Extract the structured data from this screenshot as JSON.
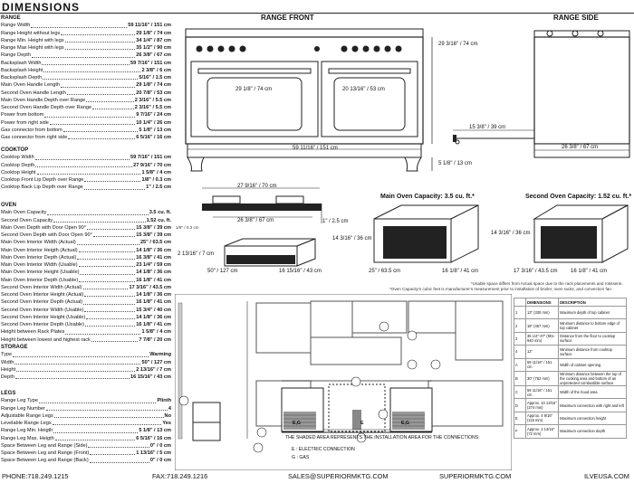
{
  "title": "DIMENSIONS",
  "sections": [
    {
      "key": "range",
      "heading": "RANGE",
      "rows": [
        [
          "Range Width",
          "59 11/16\" / 151 cm"
        ],
        [
          "Range Height without legs",
          "29 1/8\" / 74 cm"
        ],
        [
          "Range Min. Height with legs",
          "34 1/4\" / 87 cm"
        ],
        [
          "Range Max Height with legs",
          "35 1/2\" / 90 cm"
        ],
        [
          "Range Depth",
          "26 3/8\" / 67 cm"
        ],
        [
          "Backsplash Width",
          "59 7/16\" / 151 cm"
        ],
        [
          "Backsplash Height",
          "2 3/8\" / 6 cm"
        ],
        [
          "Backsplash Depth",
          "5/16\" / 1.5 cm"
        ],
        [
          "Main Oven Handle Length",
          "29 1/8\" / 74 cm"
        ],
        [
          "Second Oven Handle Length",
          "20 7/8\" / 53 cm"
        ],
        [
          "Main Oven Handle Depth over Range",
          "2 3/16\" / 5.5 cm"
        ],
        [
          "Second Oven Handle Depth over Range",
          "2 3/16\" / 5.5 cm"
        ],
        [
          "Power from bottom",
          "9 7/16\" / 24 cm"
        ],
        [
          "Power from right side",
          "10 1/4\" / 26 cm"
        ],
        [
          "Gas connector from bottom",
          "5 1/8\" / 13 cm"
        ],
        [
          "Gas connector from right side",
          "6 5/16\" / 16 cm"
        ]
      ]
    },
    {
      "key": "cooktop",
      "heading": "COOKTOP",
      "rows": [
        [
          "Cooktop Width",
          "59 7/16\" / 151 cm"
        ],
        [
          "Cooktop Depth",
          "27 9/16\" / 70 cm"
        ],
        [
          "Cooktop Height",
          "1 5/8\" / 4 cm"
        ],
        [
          "Cooktop Front Lip Depth over Range",
          "1/8\" / 0.3 cm"
        ],
        [
          "Cooktop Back Lip Depth over Range",
          "1\" / 2.5 cm"
        ]
      ]
    },
    {
      "key": "oven",
      "heading": "OVEN",
      "rows": [
        [
          "Main Oven Capacity",
          "3.5 cu. ft."
        ],
        [
          "Second Oven Capacity",
          "1.52 cu. ft."
        ],
        [
          "Main Oven Depth with Door Open 90°",
          "15 3/8\" / 39 cm"
        ],
        [
          "Second Oven Depth with Door Open 90°",
          "15 3/8\" / 39 cm"
        ],
        [
          "Main Oven Interior Width (Actual)",
          "25\" / 63.5 cm"
        ],
        [
          "Main Oven Interior Heigth (Actual)",
          "14 1/8\" / 36 cm"
        ],
        [
          "Main Oven Interior Depth (Actual)",
          "16 3/8\" / 41 cm"
        ],
        [
          "Main Oven Interior Width (Usable)",
          "23 1/4\" / 59 cm"
        ],
        [
          "Main Oven Interior Height (Usable)",
          "14 1/8\" / 36 cm"
        ],
        [
          "Main Oven Interior Depth (Usable)",
          "16 1/8\" / 41 cm"
        ],
        [
          "Second Oven Interior Width (Actual)",
          "17 3/16\" / 43.5 cm"
        ],
        [
          "Second Oven Interior Height (Actual)",
          "14 1/8\" / 36 cm"
        ],
        [
          "Second Oven Interior Depth (Actual)",
          "16 1/8\" / 41 cm"
        ],
        [
          "Second Oven Interior Width (Usable)",
          "15 3/4\" / 40 cm"
        ],
        [
          "Second Oven Interior Height (Usable)",
          "14 1/8\" / 36 cm"
        ],
        [
          "Second Oven Interior Depth (Usable)",
          "16 1/8\" / 41 cm"
        ],
        [
          "Height between Rack Plates",
          "1 5/8\" / 4 cm"
        ],
        [
          "Height between lowest and highest rack",
          "7 7/8\" / 20 cm"
        ]
      ]
    },
    {
      "key": "storage",
      "heading": "STORAGE",
      "rows": [
        [
          "Type",
          "Warming"
        ],
        [
          "Width",
          "50\" / 127 cm"
        ],
        [
          "Height",
          "2 13/16\" / 7 cm"
        ],
        [
          "Depth",
          "16 15/16\" / 43 cm"
        ]
      ]
    },
    {
      "key": "legs",
      "heading": "LEGS",
      "rows": [
        [
          "Range Leg Type",
          "Plinth"
        ],
        [
          "Range Leg Number",
          "4"
        ],
        [
          "Adjustable Range Legs",
          "No"
        ],
        [
          "Levelable Range Legs",
          "Yes"
        ],
        [
          "Range Leg Min. Heigth",
          "5 1/8\" / 13 cm"
        ],
        [
          "Range Leg Max. Heigth",
          "6 5/16\" / 16 cm"
        ],
        [
          "Space Between Leg and Range (Side)",
          "0\" / 0 cm"
        ],
        [
          "Space Between Leg and Range (Front)",
          "1 13/16\" / 5 cm"
        ],
        [
          "Space Between Leg and Range (Back)",
          "0\" / 0 cm"
        ]
      ]
    }
  ],
  "front": {
    "title": "RANGE FRONT",
    "height_label": "29 3/16\" / 74 cm",
    "main_handle": "29 1/8\" / 74 cm",
    "second_handle": "20 13/16\" / 53 cm",
    "width": "59 11/16\" / 151 cm",
    "leg": "5 1/8\" / 13 cm"
  },
  "side": {
    "title": "RANGE SIDE",
    "door_open": "15 3/8\" / 39 cm",
    "depth": "26 3/8\" / 67 cm"
  },
  "cooktop_fig": {
    "depth": "27 9/16\" / 70 cm",
    "inner": "26 3/8\" / 67 cm",
    "lip": "1\" / 2.5 cm",
    "front": "1/8\" / 0.3 cm"
  },
  "drawer_fig": {
    "h": "2 13/16\" / 7 cm",
    "w": "50\" / 127 cm",
    "d": "16 15/16\" / 43 cm"
  },
  "main_cap": {
    "title": "Main Oven Capacity: 3.5 cu. ft.*",
    "h": "14 3/16\" / 36 cm",
    "w": "25\" / 63.5 cm",
    "d": "16 1/8\" / 41 cm"
  },
  "second_cap": {
    "title": "Second Oven Capacity: 1.52 cu. ft.*",
    "h": "14 3/16\" / 36 cm",
    "w": "17 3/16\" / 43.5 cm",
    "d": "16 1/8\" / 41 cm"
  },
  "cap_note": "*Usable space differs from Actual space due to the rack placements and rotisserie.",
  "cap_note2": "*Oven Capacity's cubic feet is manufacturer's measurement prior to installation of broiler, oven racks, and convection fan.",
  "install": {
    "legend": "THE SHADED AREA REPRESENTS THE INSTALLATION AREA FOR THE CONNECTIONS:",
    "e": "E : ELECTRIC CONNECTION",
    "g": "G : GAS",
    "eg": "E,G",
    "ee": "E",
    "eg2": "E,G"
  },
  "dims_table": {
    "headers": [
      "DIMENSIONS",
      "DESCRIPTION"
    ],
    "rows": [
      [
        "1",
        "13\" (330 mm)",
        "Maximum depth of top cabinet"
      ],
      [
        "2",
        "18\" (457 mm)",
        "Minimum distance to bottom edge of top cabinet"
      ],
      [
        "3",
        "35 1/4\"-37\" (901-940 mm)",
        "Distance from the floor to cooktop surface"
      ],
      [
        "4",
        "12\"",
        "Minimum distance from cooktop surface"
      ],
      [
        "A",
        "59 11/16\" / 151 cm",
        "Width of cabinet opening"
      ],
      [
        "B",
        "30\" (762 mm)",
        "Minimum distance between the top of the cooking area and bottom of an unprotected combustible surface"
      ],
      [
        "C",
        "59 11/16\" / 151 cm",
        "Width of the hood area"
      ],
      [
        "D",
        "Approx. 10 13/16\" (274 mm)",
        "Maximum connection with right and left"
      ],
      [
        "E",
        "Approx. 4 9/16\" (115 mm)",
        "Maximum connection height"
      ],
      [
        "F",
        "Approx. 2 13/16\" (72 mm)",
        "Maximum connection depth"
      ]
    ]
  },
  "footer": {
    "phone": "PHONE:718.249.1215",
    "fax": "FAX:718.249.1216",
    "email": "SALES@SUPERIORMKTG.COM",
    "site": "SUPERIORMKTG.COM",
    "brand": "ILVEUSA.COM"
  }
}
